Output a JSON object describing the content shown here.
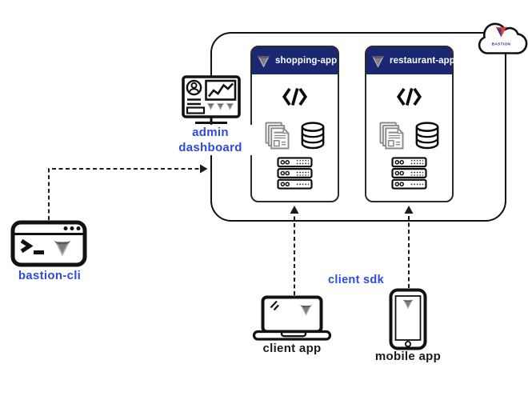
{
  "diagram": {
    "cloud": {
      "label": "BASTION"
    },
    "apps": [
      {
        "name": "shopping-app"
      },
      {
        "name": "restaurant-app"
      }
    ],
    "admin_dashboard": {
      "line1": "admin",
      "line2": "dashboard"
    },
    "bastion_cli": {
      "label": "bastion-cli"
    },
    "client_app": {
      "label": "client app"
    },
    "mobile_app": {
      "label": "mobile app"
    },
    "client_sdk": {
      "label": "client sdk"
    }
  },
  "colors": {
    "app_header_navy": "#1a2873",
    "label_blue": "#2e4ae0",
    "outline_black": "#111111",
    "logo_gray": "#8f8f8f",
    "logo_blue": "#2b3f9e",
    "logo_red": "#e8432b"
  },
  "icons": [
    "bastion-logo-icon",
    "cloud-icon",
    "code-icon",
    "documents-icon",
    "database-icon",
    "server-rack-icon",
    "monitor-icon",
    "terminal-icon",
    "laptop-icon",
    "phone-icon"
  ]
}
